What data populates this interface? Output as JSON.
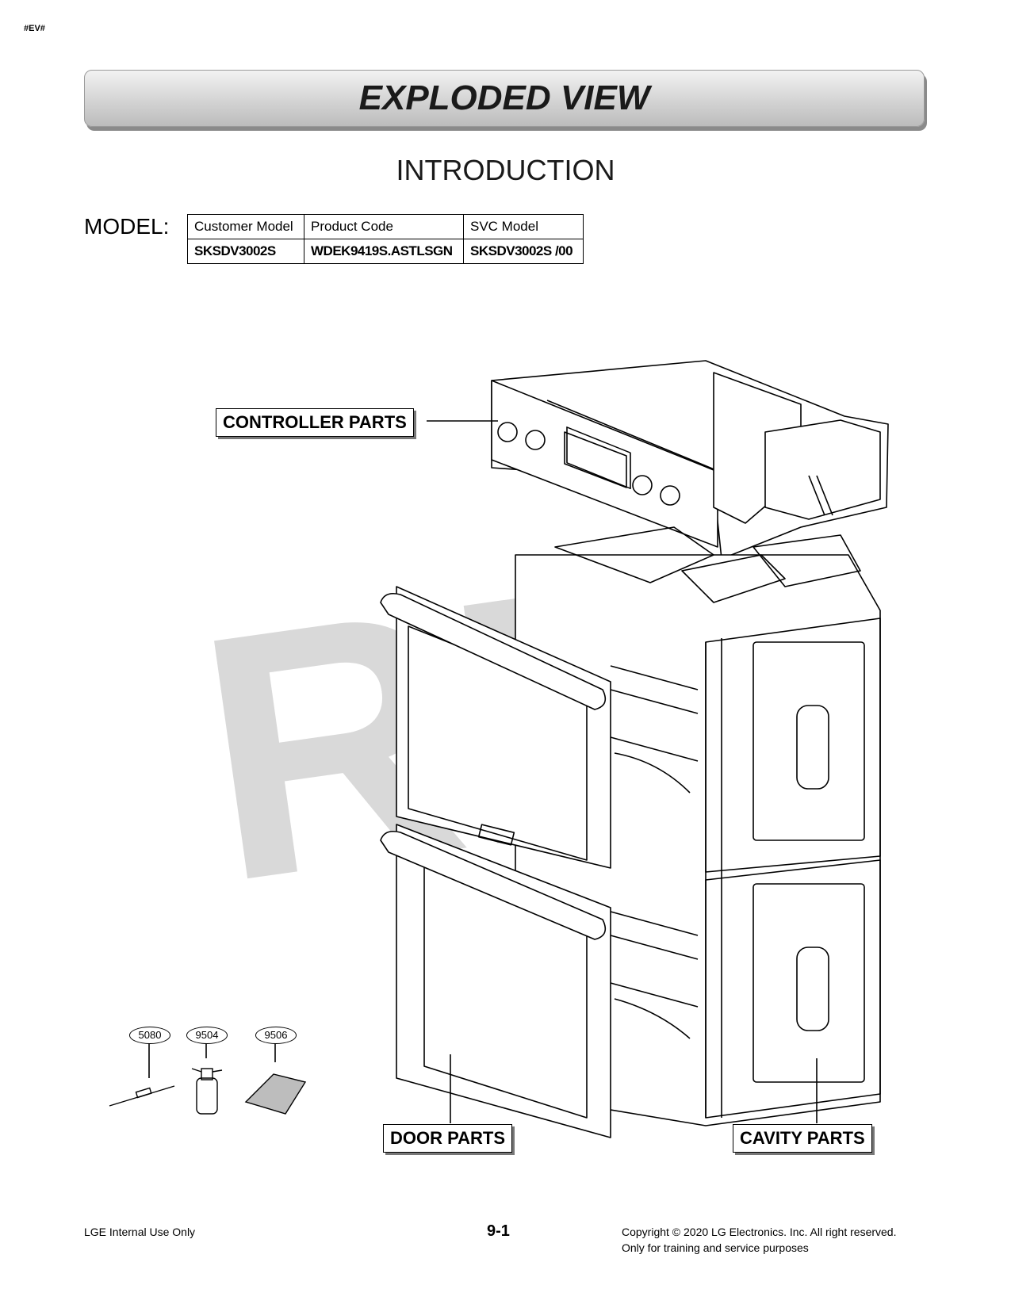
{
  "doc_tag": "#EV#",
  "banner_title": "EXPLODED VIEW",
  "section_title": "INTRODUCTION",
  "model_label": "MODEL:",
  "model_table": {
    "headers": [
      "Customer Model",
      "Product Code",
      "SVC Model"
    ],
    "values": [
      "SKSDV3002S",
      "WDEK9419S.ASTLSGN",
      "SKSDV3002S /00"
    ]
  },
  "watermark": "RFI",
  "callouts": {
    "controller": "CONTROLLER PARTS",
    "door": "DOOR PARTS",
    "cavity": "CAVITY PARTS"
  },
  "accessories": [
    {
      "part_no": "5080",
      "icon": "probe-icon"
    },
    {
      "part_no": "9504",
      "icon": "spray-bottle-icon"
    },
    {
      "part_no": "9506",
      "icon": "cleaning-pad-icon"
    }
  ],
  "footer": {
    "left": "LGE Internal Use Only",
    "page": "9-1",
    "copyright_line1": "Copyright © 2020 LG Electronics. Inc. All right reserved.",
    "copyright_line2": "Only for training and service purposes"
  }
}
